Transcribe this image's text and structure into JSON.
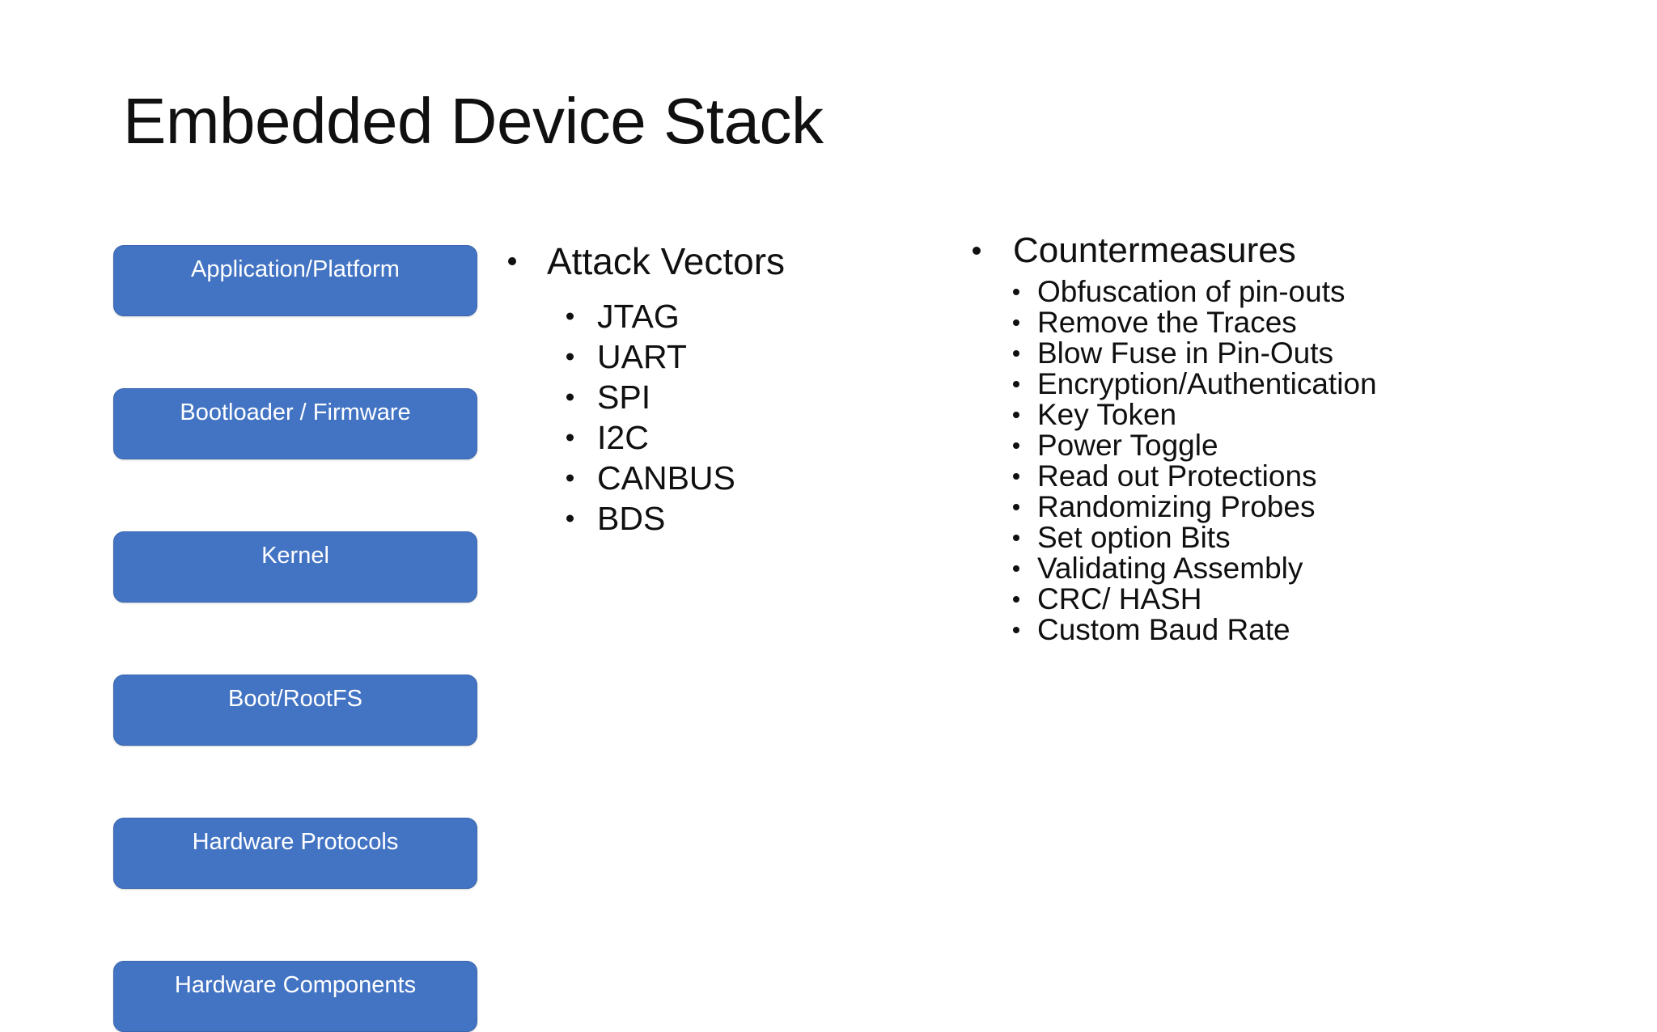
{
  "slide": {
    "title": "Embedded Device Stack",
    "background_color": "#FFFFFF"
  },
  "stack_diagram": {
    "name": "embedded-device-stack",
    "box_fill_color": "#4374C4",
    "box_border_color": "#3A66AE",
    "box_text_color": "#FFFFFF",
    "layers": [
      {
        "label": "Application/Platform"
      },
      {
        "label": "Bootloader / Firmware"
      },
      {
        "label": "Kernel"
      },
      {
        "label": "Boot/RootFS"
      },
      {
        "label": "Hardware Protocols"
      },
      {
        "label": "Hardware Components"
      }
    ]
  },
  "attack_vectors": {
    "heading": "Attack Vectors",
    "items": [
      "JTAG",
      "UART",
      "SPI",
      "I2C",
      "CANBUS",
      "BDS"
    ]
  },
  "countermeasures": {
    "heading": "Countermeasures",
    "items": [
      "Obfuscation of pin-outs",
      "Remove the Traces",
      "Blow Fuse in Pin-Outs",
      "Encryption/Authentication",
      "Key Token",
      "Power Toggle",
      "Read out Protections",
      "Randomizing Probes",
      "Set option Bits",
      "Validating Assembly",
      "CRC/ HASH",
      "Custom Baud Rate"
    ]
  }
}
